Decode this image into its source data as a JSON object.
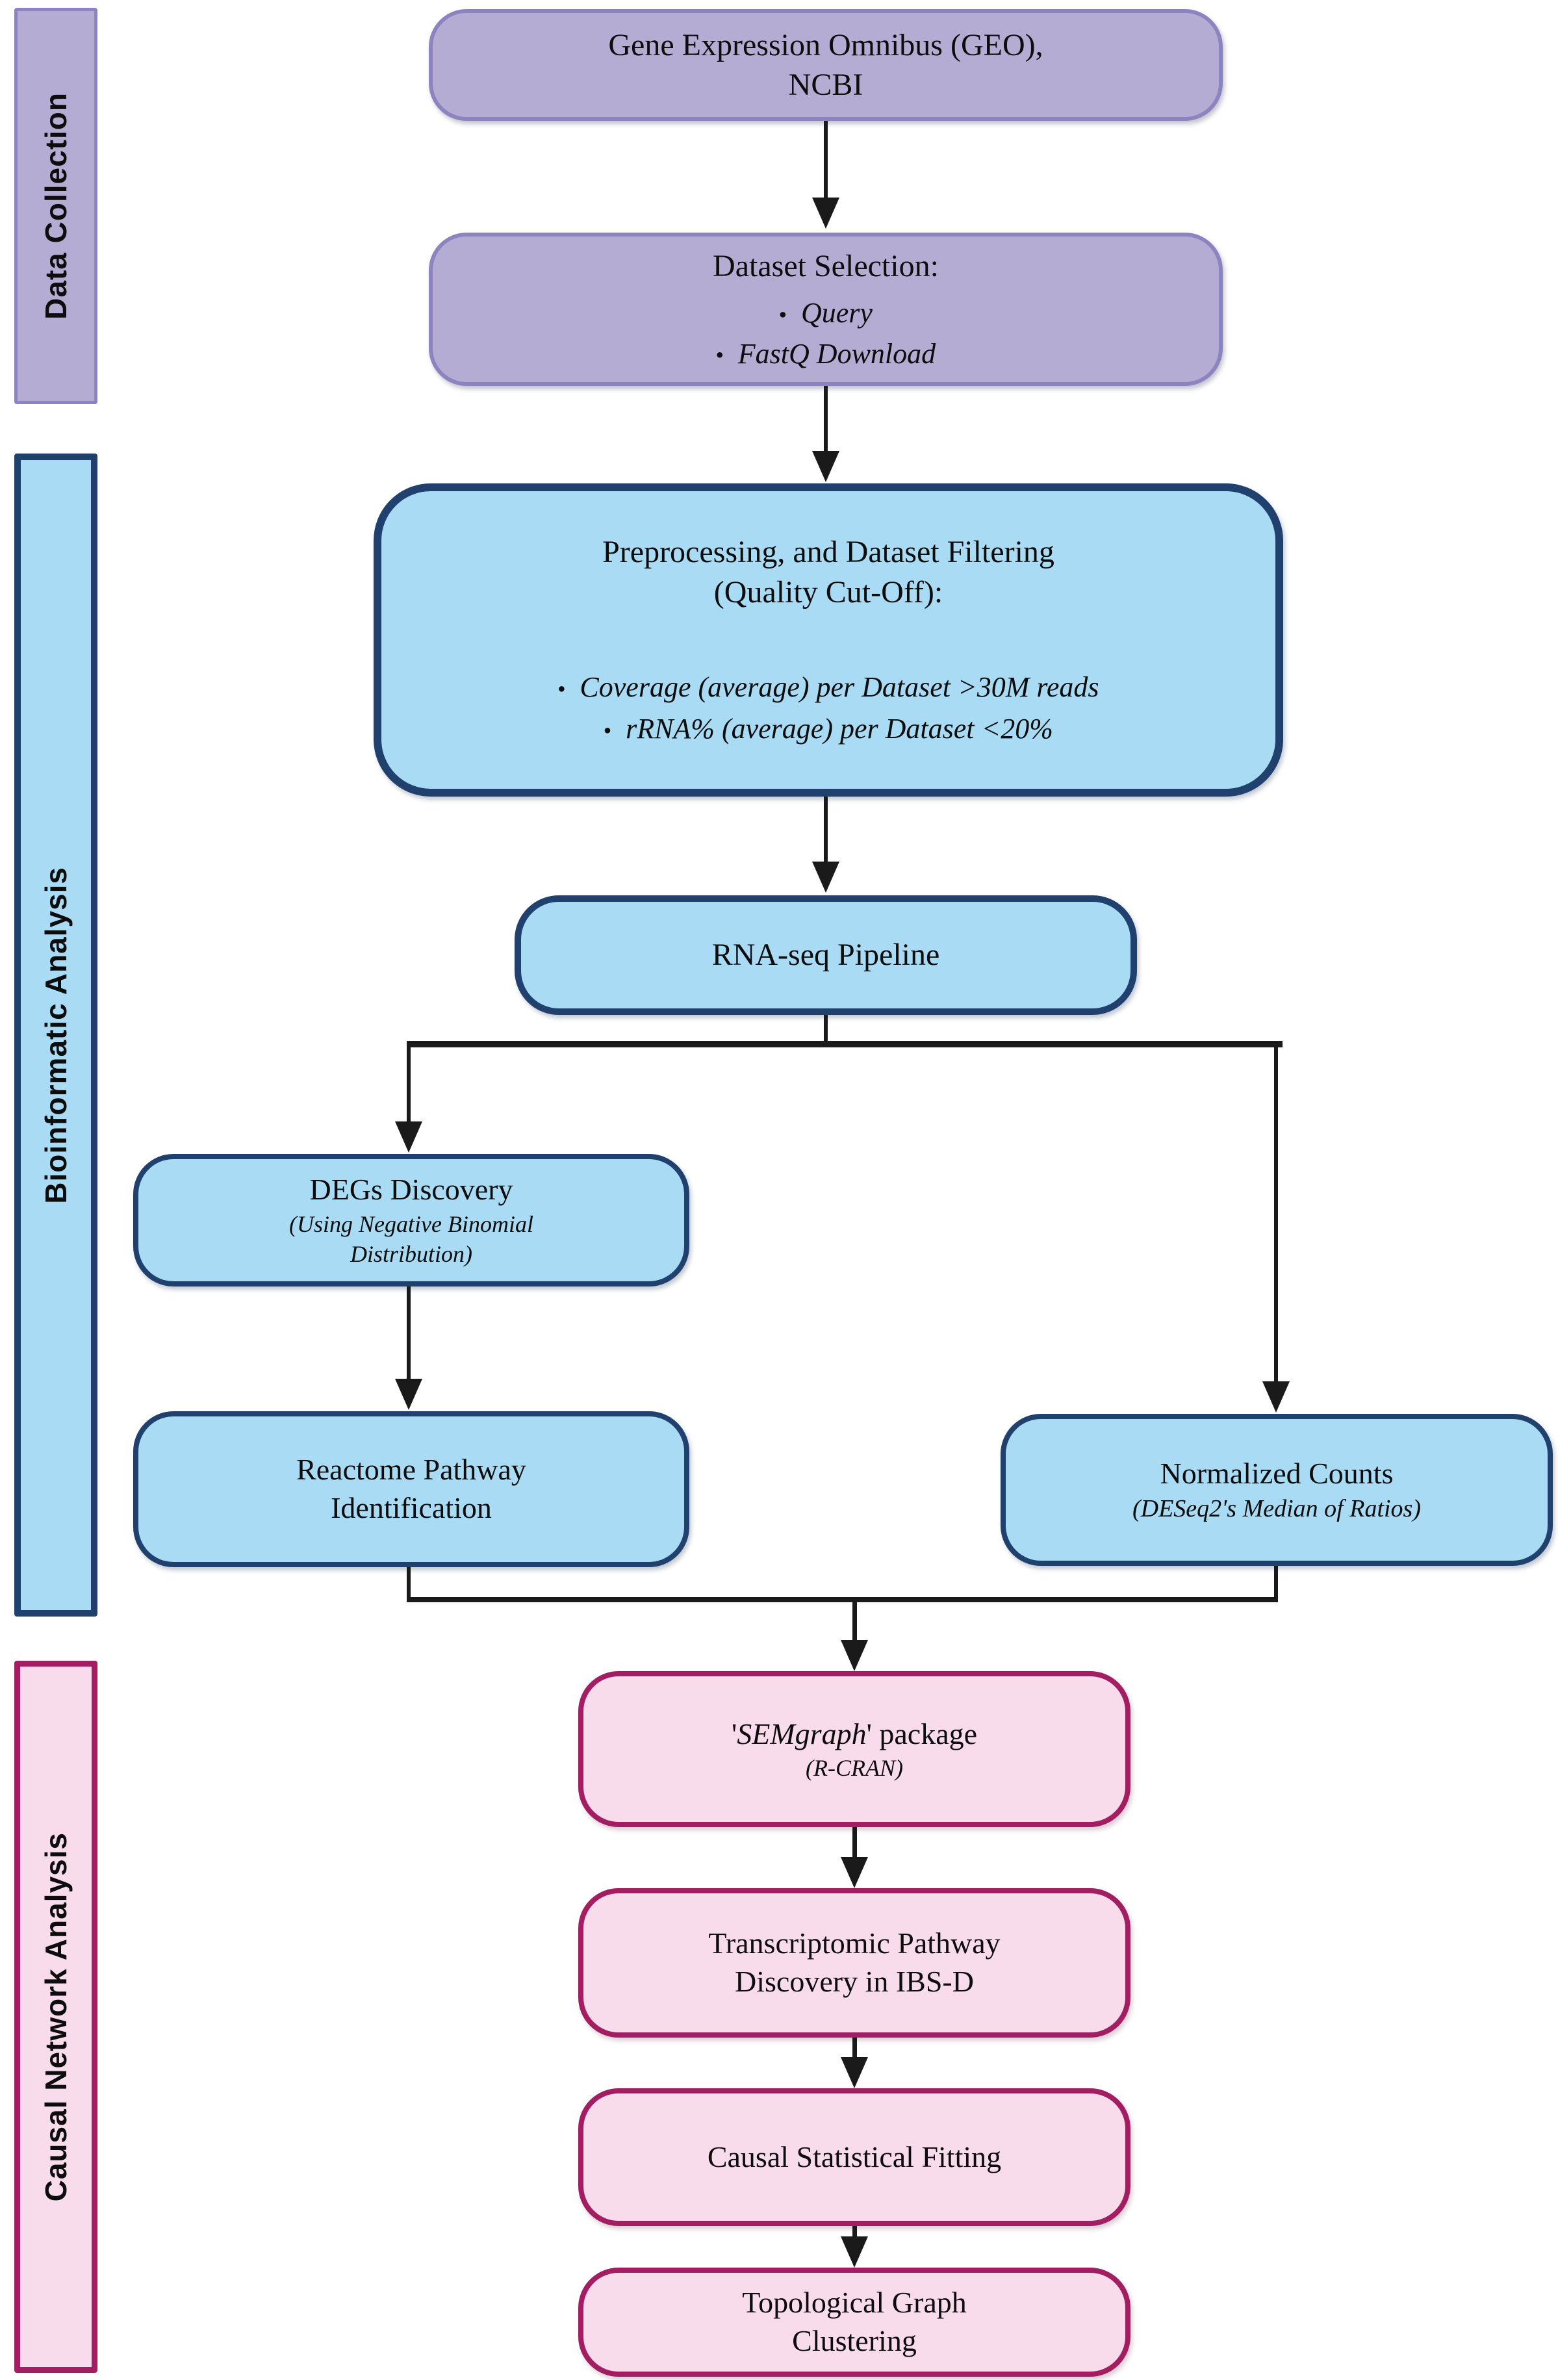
{
  "palette": {
    "purple_fill": "#b5acd4",
    "purple_border": "#8c84c0",
    "blue_fill": "#a9dbf4",
    "blue_border": "#20406e",
    "pink_fill": "#f8dcec",
    "pink_border": "#a21d61",
    "line_color": "#1a1a1a",
    "text_color": "#0d0d0d",
    "page_bg": "#ffffff"
  },
  "sidebar": {
    "sections": [
      {
        "label": "Data Collection",
        "theme": "purple"
      },
      {
        "label": "Bioinformatic Analysis",
        "theme": "blue"
      },
      {
        "label": "Causal Network Analysis",
        "theme": "pink"
      }
    ]
  },
  "flow": {
    "nodes": {
      "geo": {
        "title": "Gene Expression Omnibus (GEO),\nNCBI"
      },
      "dataset_selection": {
        "title": "Dataset Selection:",
        "bullets": [
          "Query",
          "FastQ Download"
        ]
      },
      "preprocessing": {
        "title": "Preprocessing, and Dataset Filtering\n(Quality Cut-Off):",
        "bullets": [
          "Coverage (average) per Dataset >30M reads",
          "rRNA% (average) per Dataset <20%"
        ]
      },
      "rnaseq": {
        "title": "RNA-seq Pipeline"
      },
      "degs": {
        "title": "DEGs Discovery",
        "subtitle": "(Using Negative Binomial\nDistribution)"
      },
      "reactome": {
        "title": "Reactome Pathway\nIdentification"
      },
      "normalized": {
        "title": "Normalized Counts",
        "subtitle": "(DESeq2's Median of Ratios)"
      },
      "semgraph": {
        "title_open": "'",
        "title_name": "SEMgraph",
        "title_rest": "' package",
        "subtitle": "(R-CRAN)"
      },
      "transcriptomic": {
        "title": "Transcriptomic Pathway\nDiscovery in IBS-D"
      },
      "causal_fitting": {
        "title": "Causal Statistical Fitting"
      },
      "topological": {
        "title": "Topological Graph\nClustering"
      }
    }
  }
}
